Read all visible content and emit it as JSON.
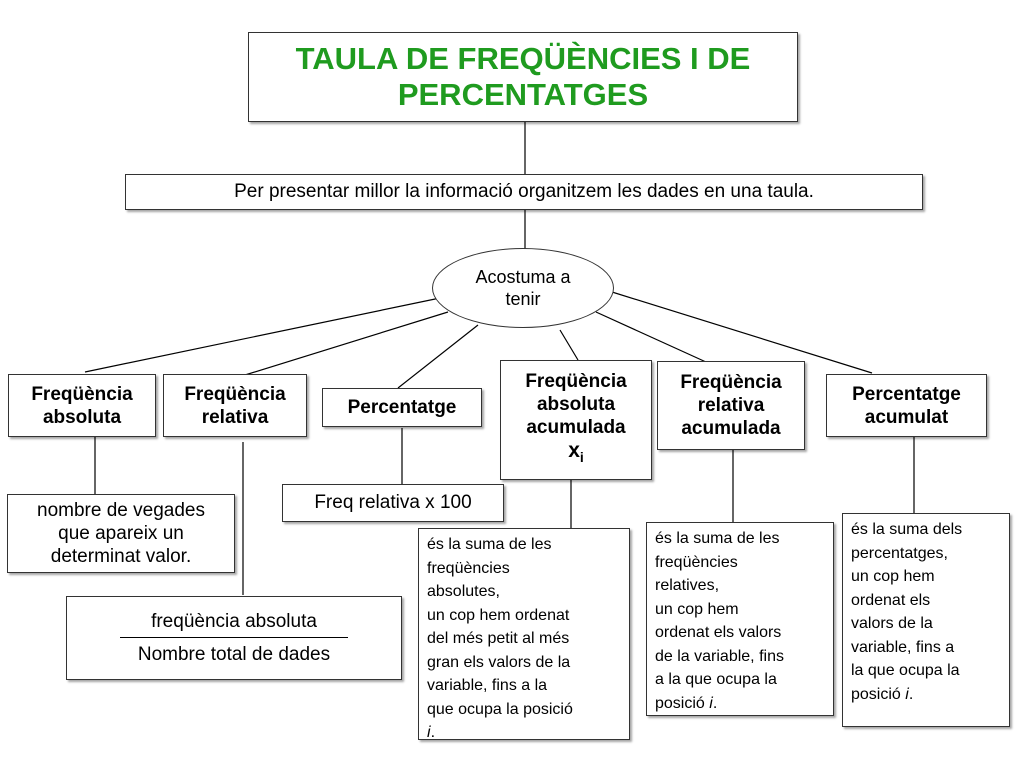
{
  "title": {
    "line1": "TAULA DE FREQÜÈNCIES I DE",
    "line2": "PERCENTATGES"
  },
  "intro": "Per presentar millor la informació organitzem les dades en una taula.",
  "hub": {
    "line1": "Acostuma a",
    "line2": "tenir"
  },
  "categories": {
    "abs": {
      "line1": "Freqüència",
      "line2": "absoluta"
    },
    "rel": {
      "line1": "Freqüència",
      "line2": "relativa"
    },
    "pct": {
      "line1": "Percentatge"
    },
    "absacc": {
      "line1": "Freqüència",
      "line2": "absoluta",
      "line3": "acumulada",
      "sym": "x",
      "sub": "i"
    },
    "relacc": {
      "line1": "Freqüència",
      "line2": "relativa",
      "line3": "acumulada"
    },
    "pctacc": {
      "line1": "Percentatge",
      "line2": "acumulat"
    }
  },
  "descriptions": {
    "abs": {
      "line1": "nombre de vegades",
      "line2": "que apareix un",
      "line3": "determinat valor."
    },
    "rel": {
      "numerator": "freqüència absoluta",
      "denominator": "Nombre total de dades"
    },
    "pct": "Freq relativa x 100",
    "absacc": {
      "lines": [
        "és la suma de les",
        "freqüències",
        "absolutes,",
        "un cop hem ordenat",
        "del més petit al més",
        "gran els valors de la",
        "variable, fins a la",
        "que ocupa la posició"
      ],
      "italic_end": "i",
      "period": "."
    },
    "relacc": {
      "lines": [
        "és la suma de les",
        "freqüències",
        "relatives,",
        "un cop hem",
        "ordenat els valors",
        "de la variable, fins",
        "a la que ocupa la"
      ],
      "last_prefix": "posició ",
      "italic_end": "i",
      "period": "."
    },
    "pctacc": {
      "lines": [
        "és la suma dels",
        "percentatges,",
        "un cop hem",
        "ordenat els",
        "valors de la",
        "variable, fins a",
        "la que ocupa la"
      ],
      "last_prefix": "posició ",
      "italic_end": "i",
      "period": "."
    }
  }
}
